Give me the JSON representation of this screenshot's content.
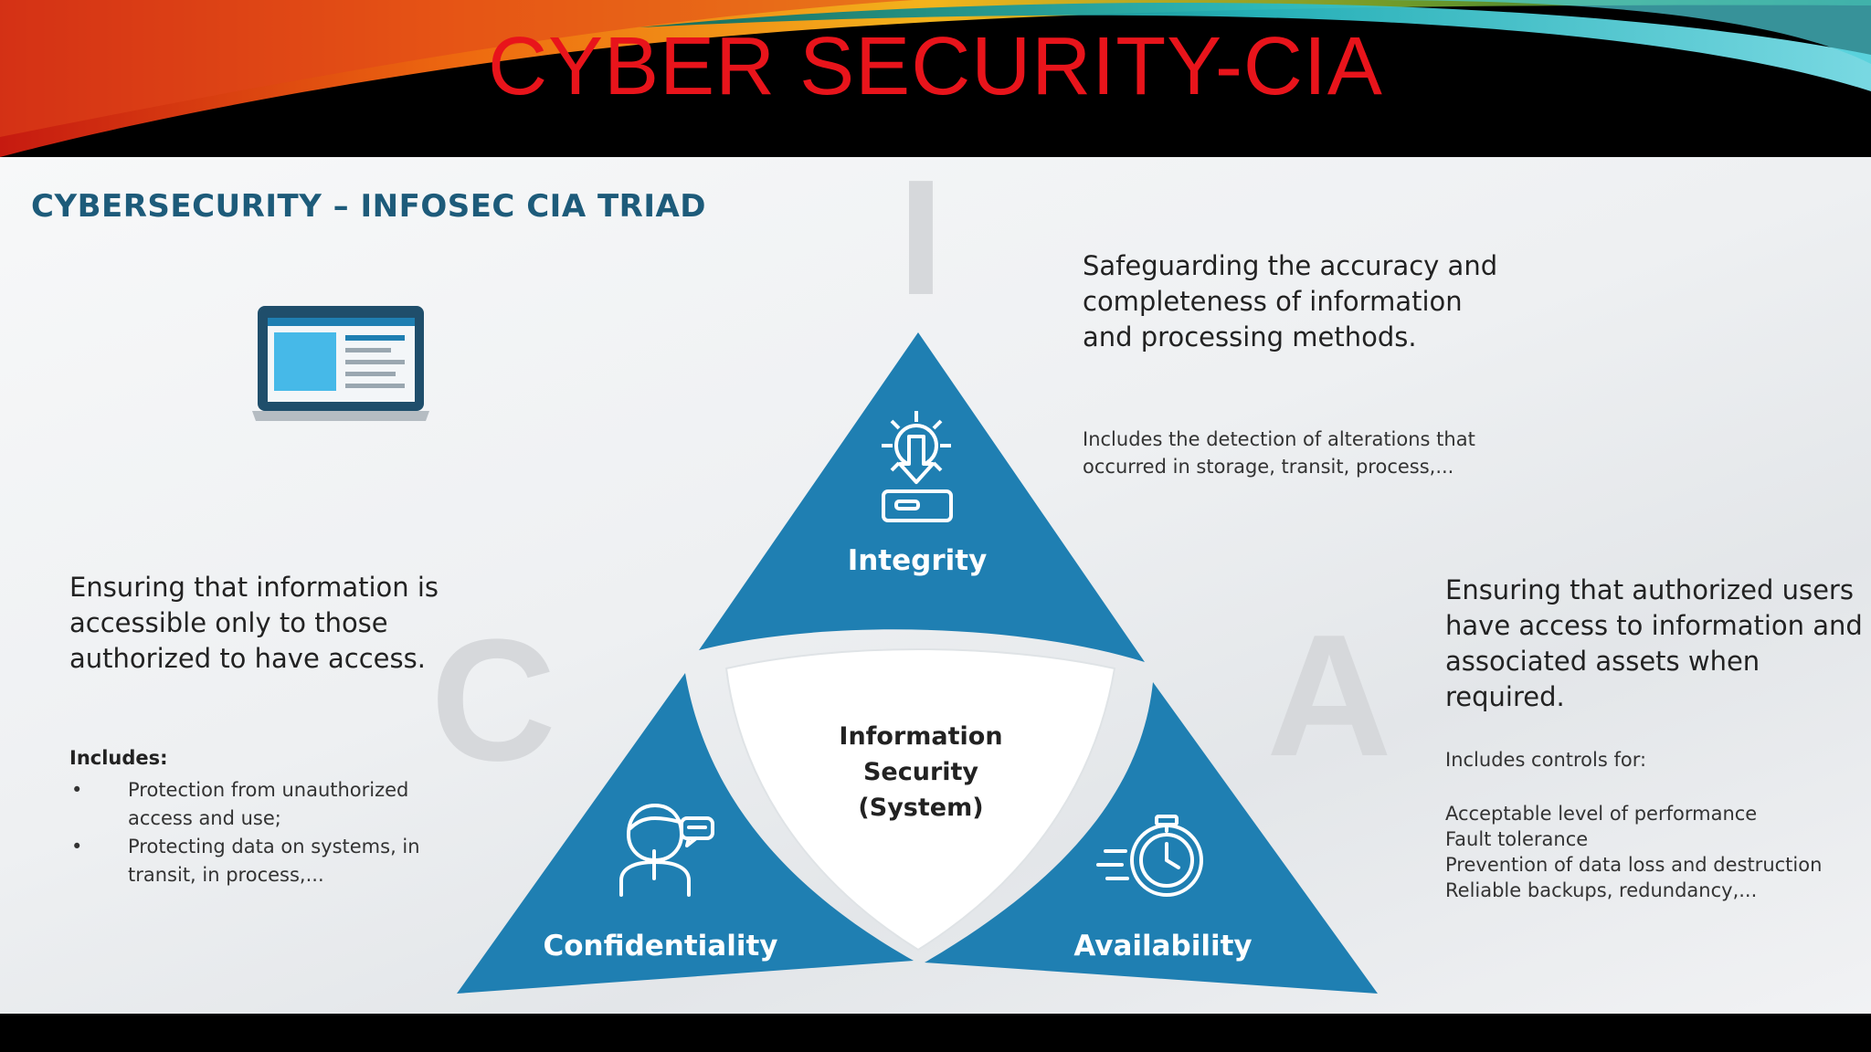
{
  "slide": {
    "title": "CYBER SECURITY-CIA"
  },
  "diagram": {
    "title": "CYBERSECURITY – INFOSEC CIA TRIAD",
    "watermark_letters": [
      "I",
      "C",
      "A"
    ],
    "center_label": [
      "Information",
      "Security",
      "(System)"
    ],
    "colors": {
      "triangle": "#1f7fb2",
      "title": "#1d5b7a",
      "slide_title": "#e8141b"
    },
    "integrity": {
      "label": "Integrity",
      "icon": "gear-download-icon",
      "main": "Safeguarding the accuracy and completeness of information and processing methods.",
      "sub": "Includes the detection of alterations that occurred in storage, transit, process,..."
    },
    "confidentiality": {
      "label": "Confidentiality",
      "icon": "person-secret-icon",
      "main": "Ensuring that information is accessible only to those authorized to have access.",
      "includes_title": "Includes:",
      "items": [
        "Protection from unauthorized access and use;",
        "Protecting data on systems, in transit, in process,..."
      ]
    },
    "availability": {
      "label": "Availability",
      "icon": "stopwatch-icon",
      "main": "Ensuring that authorized users have access to information and associated assets when required.",
      "sub_title": "Includes controls for:",
      "items": [
        "Acceptable level of performance",
        "Fault tolerance",
        "Prevention of data loss and destruction",
        "Reliable backups, redundancy,..."
      ]
    },
    "laptop_icon": "laptop-icon"
  }
}
